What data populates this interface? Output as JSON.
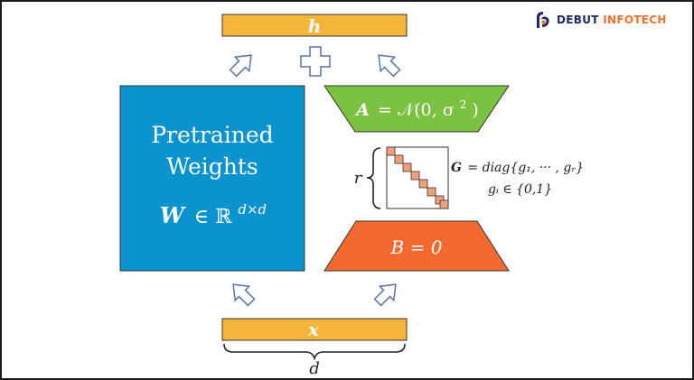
{
  "brand": {
    "name_part1": "DEBUT",
    "name_part2": "INFOTECH",
    "colors": {
      "navy": "#1f2a63",
      "orange": "#f0722b"
    }
  },
  "diagram": {
    "output_label": "h",
    "input_label": "x",
    "plus_symbol": "+",
    "pretrained": {
      "line1": "Pretrained",
      "line2": "Weights",
      "formula_W": "W",
      "formula_in": "∈ ℝ",
      "formula_sup": "d×d"
    },
    "A_box": {
      "label": "A",
      "rest": "= 𝒩(0, σ",
      "sup": "2",
      "close": ")"
    },
    "B_box": {
      "label": "B = 0"
    },
    "gate": {
      "r_label": "r",
      "G_symbol": "G",
      "G_text": "= diag{g₁, ··· , gᵣ}",
      "gi_text": "gᵢ ∈ {0,1}"
    },
    "d_label": "d",
    "colors": {
      "yellow": "#f5b43a",
      "blue": "#0a93cf",
      "green": "#7cc242",
      "orange": "#f26a30",
      "diag_cell": "#f3a07a",
      "arrow_fill": "#ffffff",
      "arrow_stroke": "#5a74a8"
    }
  }
}
